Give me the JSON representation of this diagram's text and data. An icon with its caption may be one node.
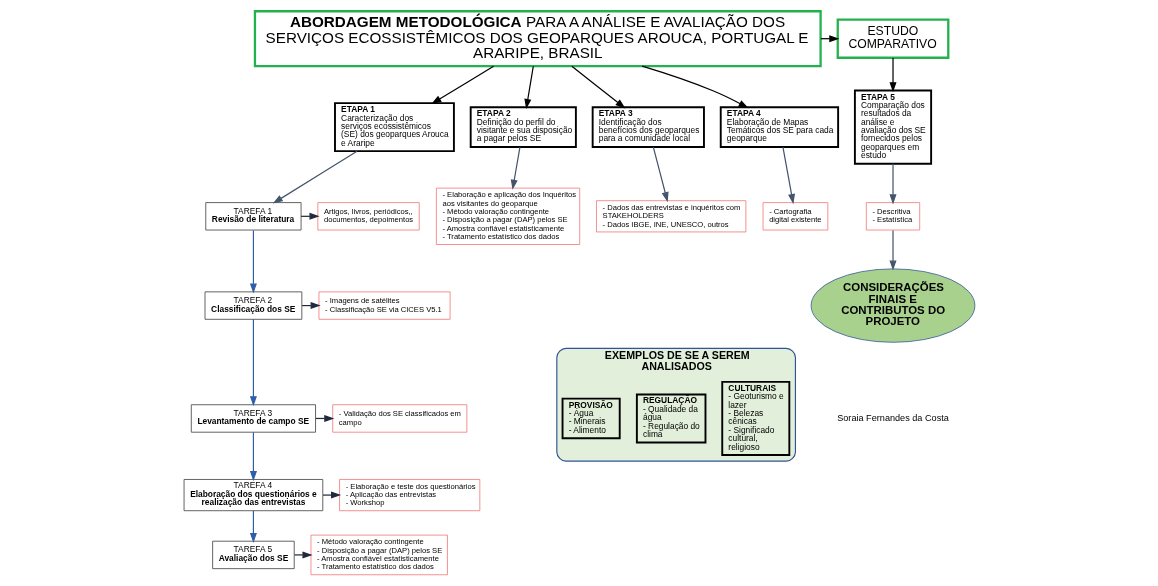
{
  "diagram": {
    "nodes": [
      {
        "text": [
          "**ABORDAGEM METODOLÓGICA** PARA A ANÁLISE E AVALIAÇÃO DOS SERVIÇOS ECOSSISTÊMICOS DOS GEOPARQUES AROUCA, PORTUGAL E ARARIPE, BRASIL"
        ]
      },
      {
        "text": [
          "ESTUDO COMPARATIVO"
        ]
      },
      {
        "text": [
          "ETAPA 1",
          "Caracterização dos serviços ecossistêmicos (SE) dos geoparques Arouca e Araripe"
        ]
      },
      {
        "text": [
          "ETAPA 2",
          "Definição do perfil do visitante e sua disposição a pagar pelos SE"
        ]
      },
      {
        "text": [
          "ETAPA 3",
          "Identificação dos benefícios dos geoparques para a comunidade local"
        ]
      },
      {
        "text": [
          "ETAPA 4",
          "Elaboração de Mapas Temáticos dos SE para cada geoparque"
        ]
      },
      {
        "text": [
          "ETAPA 5",
          "Comparação dos resultados da análise e avaliação dos SE fornecidos pelos geoparques em estudo"
        ]
      },
      {
        "text": [
          "- Elaboração e aplicação dos Inquéritos aos visitantes do geoparque",
          "- Método valoração contingente",
          "- Disposição a pagar (DAP) pelos SE",
          "- Amostra confiável estatisticamente",
          "- Tratamento estatístico dos dados"
        ]
      },
      {
        "text": [
          "- Cartografia digital existente"
        ]
      },
      {
        "text": [
          "- Dados das entrevistas e inquéritos com STAKEHOLDERS",
          "- Dados IBGE, INE, UNESCO, outros"
        ]
      },
      {
        "text": [
          "- Descritiva",
          "- Estatística"
        ]
      },
      {
        "text": [
          "TAREFA 1",
          "Revisão de literatura"
        ]
      },
      {
        "text": [
          "Artigos, livros, periódicos,, documentos, depoimentos"
        ]
      },
      {
        "text": [
          "TAREFA 2",
          "Classificação dos SE"
        ]
      },
      {
        "text": [
          "- Imagens de satélites",
          "- Classificação SE via CICES V5.1"
        ]
      },
      {
        "text": [
          "TAREFA 3",
          "Levantamento de campo SE"
        ]
      },
      {
        "text": [
          "- Validação dos SE classificados em campo"
        ]
      },
      {
        "text": [
          "TAREFA 4",
          "Elaboração dos questionários e realização das entrevistas"
        ]
      },
      {
        "text": [
          "- Elaboração e teste dos questionários",
          "- Aplicação das entrevistas",
          "- Workshop"
        ]
      },
      {
        "text": [
          "TAREFA 5",
          "Avaliação dos SE"
        ]
      },
      {
        "text": [
          "- Método valoração contingente",
          "- Disposição a pagar (DAP) pelos SE",
          "- Amostra confiável estatisticamente",
          "- Tratamento estatístico dos dados"
        ]
      },
      {
        "text": [
          "CONSIDERAÇÕES FINAIS E CONTRIBUTOS DO PROJETO"
        ]
      },
      {
        "text": [
          "EXEMPLOS DE SE A SEREM ANALISADOS"
        ]
      },
      {
        "text": [
          "PROVISÃO",
          "- Água",
          "- Minerais",
          "- Alimento"
        ],
        "in": 22
      },
      {
        "text": [
          "REGULAÇÃO",
          "- Qualidade da água",
          "- Regulação do clima"
        ],
        "in": 22
      },
      {
        "text": [
          "CULTURAIS",
          "- Geoturismo e lazer",
          "- Belezas cênicas",
          "- Significado cultural, religioso"
        ],
        "in": 22
      }
    ],
    "edges": [
      {
        "from": 0,
        "to": 1,
        "arrow": "to"
      },
      {
        "from": 0,
        "to": 2,
        "arrow": "to"
      },
      {
        "from": 0,
        "to": 3,
        "arrow": "to"
      },
      {
        "from": 0,
        "to": 4,
        "arrow": "to"
      },
      {
        "from": 0,
        "to": 5,
        "arrow": "to"
      },
      {
        "from": 1,
        "to": 6,
        "arrow": "to"
      },
      {
        "from": 2,
        "to": 11,
        "arrow": "to",
        "color": "#44546a"
      },
      {
        "from": 3,
        "to": 7,
        "arrow": "to",
        "color": "#44546a"
      },
      {
        "from": 4,
        "to": 9,
        "arrow": "to",
        "color": "#44546a"
      },
      {
        "from": 5,
        "to": 8,
        "arrow": "to",
        "color": "#44546a"
      },
      {
        "from": 6,
        "to": 10,
        "arrow": "to",
        "color": "#44546a"
      },
      {
        "from": 10,
        "to": 21,
        "arrow": "to",
        "color": "#44546a"
      },
      {
        "from": 11,
        "to": 12,
        "arrow": "to",
        "color": "#1f2a3c"
      },
      {
        "from": 11,
        "to": 13,
        "arrow": "to",
        "color": "#2f5fa8"
      },
      {
        "from": 13,
        "to": 14,
        "arrow": "to",
        "color": "#1f2a3c"
      },
      {
        "from": 13,
        "to": 15,
        "arrow": "to",
        "color": "#2f5fa8"
      },
      {
        "from": 15,
        "to": 16,
        "arrow": "to",
        "color": "#1f2a3c"
      },
      {
        "from": 15,
        "to": 17,
        "arrow": "to",
        "color": "#2f5fa8"
      },
      {
        "from": 17,
        "to": 18,
        "arrow": "to",
        "color": "#1f2a3c"
      },
      {
        "from": 17,
        "to": 19,
        "arrow": "to",
        "color": "#2f5fa8"
      },
      {
        "from": 19,
        "to": 20,
        "arrow": "to",
        "color": "#1f2a3c"
      }
    ],
    "labels": [
      "Soraia Fernandes da Costa"
    ]
  }
}
